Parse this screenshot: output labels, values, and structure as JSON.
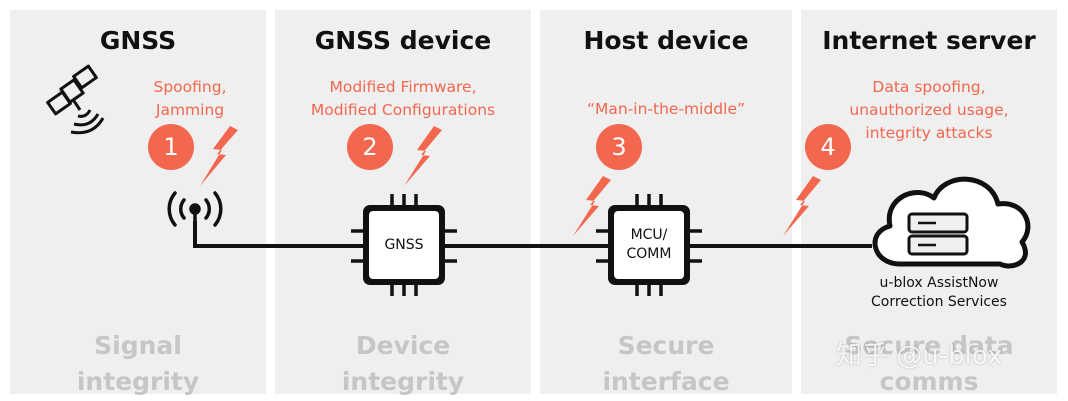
{
  "columns": [
    {
      "title": "GNSS",
      "threat": "Spoofing,\nJamming",
      "number": "1",
      "bottom_line1": "Signal",
      "bottom_line2": "integrity"
    },
    {
      "title": "GNSS device",
      "threat": "Modified Firmware,\nModified Configurations",
      "number": "2",
      "bottom_line1": "Device",
      "bottom_line2": "integrity"
    },
    {
      "title": "Host device",
      "threat": "“Man-in-the-middle”",
      "number": "3",
      "bottom_line1": "Secure",
      "bottom_line2": "interface"
    },
    {
      "title": "Internet server",
      "threat": "Data spoofing,\nunauthorized usage,\nintegrity attacks",
      "number": "4",
      "bottom_line1": "Secure data",
      "bottom_line2": "comms"
    }
  ],
  "chips": {
    "gnss_label": "GNSS",
    "host_label": "MCU/\nCOMM"
  },
  "service": {
    "label": "u-blox AssistNow\nCorrection Services"
  },
  "watermark": "知乎 @u-blox",
  "colors": {
    "accent": "#f2674e",
    "panel": "#efefef",
    "ink": "#111111",
    "muted": "#c6c6c6"
  }
}
